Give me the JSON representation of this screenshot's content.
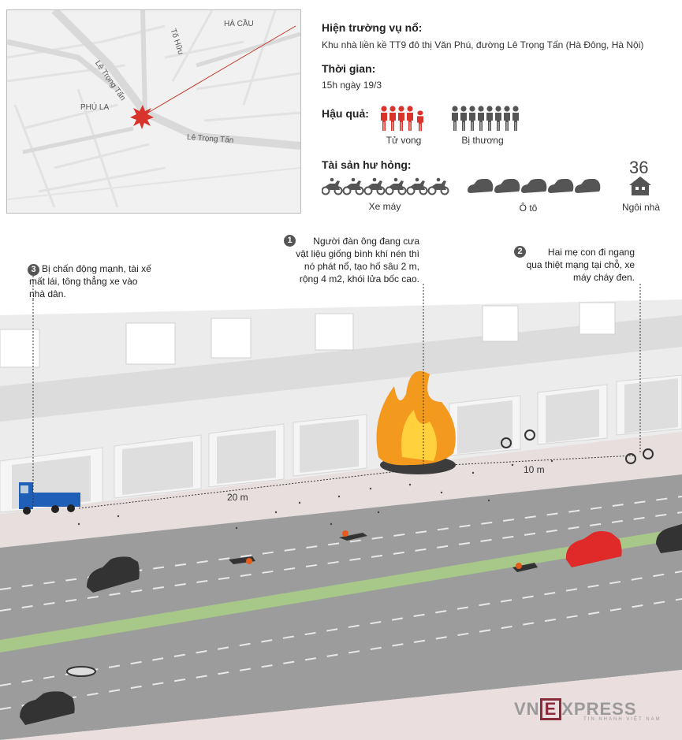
{
  "map": {
    "streets": [
      "Tố Hữu",
      "HÀ CẦU",
      "Lê Trọng Tấn",
      "PHÚ LA",
      "Lê Trọng Tấn"
    ]
  },
  "info": {
    "location_heading": "Hiện trường vụ nổ:",
    "location_text": "Khu nhà liền kề TT9 đô thị Văn Phú, đường Lê Trọng Tấn (Hà Đông, Hà Nội)",
    "time_heading": "Thời gian:",
    "time_text": "15h ngày 19/3",
    "consequence_heading": "Hậu quả:",
    "deaths_label": "Tử vong",
    "deaths_count": 5,
    "injured_label": "Bị thương",
    "injured_count": 8,
    "damage_heading": "Tài sản hư hỏng:",
    "motorbike_label": "Xe máy",
    "motorbike_count": 6,
    "car_label": "Ô tô",
    "car_count": 5,
    "house_label": "Ngôi nhà",
    "house_count": "36"
  },
  "annotations": {
    "a1_num": "1",
    "a1_text": "Người đàn ông đang cưa vật liệu giống bình khí nén thì nó phát nổ, tạo hố sâu 2 m, rộng 4 m2, khói lửa bốc cao.",
    "a2_num": "2",
    "a2_text": "Hai mẹ con đi ngang qua thiệt mạng tại chỗ, xe máy cháy đen.",
    "a3_num": "3",
    "a3_text": "Bị chấn động mạnh, tài xế mất lái, tông thẳng xe vào nhà dân."
  },
  "distances": {
    "d20": "20 m",
    "d10": "10 m"
  },
  "colors": {
    "death": "#d9342b",
    "injured": "#555555",
    "vehicle": "#555555",
    "fire": "#f39a1e",
    "truck": "#1f5fb8",
    "red_car": "#e02a2a",
    "green_lane": "#a8c88a"
  },
  "logo": {
    "main": "VNEXPRESS",
    "sub": "TIN NHANH VIỆT NAM"
  }
}
